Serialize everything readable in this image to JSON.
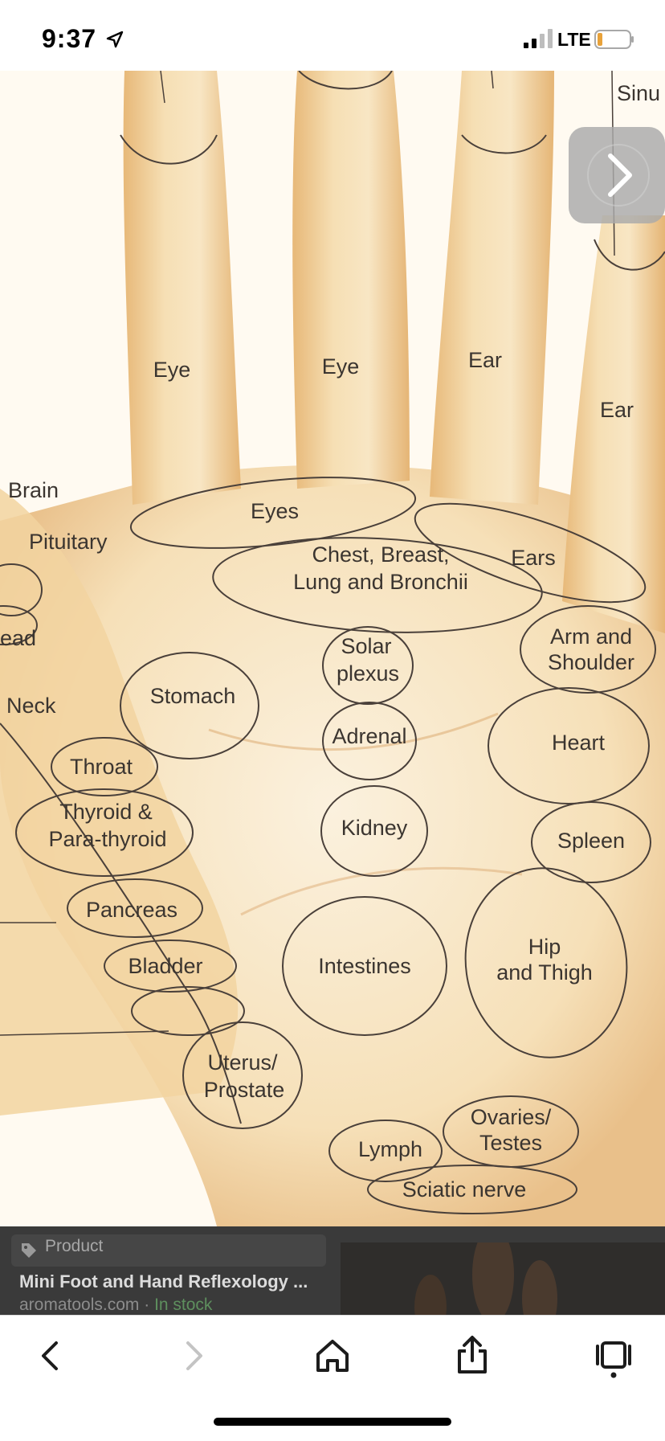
{
  "status_bar": {
    "time": "9:37",
    "network": "LTE",
    "icons": [
      "location-arrow-icon",
      "cell-signal-icon",
      "battery-icon"
    ]
  },
  "chart_labels": {
    "sinus": "Sinu",
    "eye_1": "Eye",
    "eye_2": "Eye",
    "ear_1": "Ear",
    "ear_2": "Ear",
    "brain": "Brain",
    "pituitary": "Pituitary",
    "eyes": "Eyes",
    "chest_line1": "Chest, Breast,",
    "chest_line2": "Lung and Bronchii",
    "ears": "Ears",
    "head": "ead",
    "solar_line1": "Solar",
    "solar_line2": "plexus",
    "arm_line1": "Arm and",
    "arm_line2": "Shoulder",
    "neck": "Neck",
    "stomach": "Stomach",
    "adrenal": "Adrenal",
    "heart": "Heart",
    "throat": "Throat",
    "thyroid_line1": "Thyroid &",
    "thyroid_line2": "Para-thyroid",
    "kidney": "Kidney",
    "spleen": "Spleen",
    "pancreas": "Pancreas",
    "bladder": "Bladder",
    "intestines": "Intestines",
    "hip_line1": "Hip",
    "hip_line2": "and Thigh",
    "uterus_line1": "Uterus/",
    "uterus_line2": "Prostate",
    "ovaries_line1": "Ovaries/",
    "ovaries_line2": "Testes",
    "lymph": "Lymph",
    "sciatic": "Sciatic nerve"
  },
  "product": {
    "tag": "Product",
    "title": "Mini Foot and Hand Reflexology ...",
    "source": "aromatools.com",
    "separator": " · ",
    "stock": "In stock"
  },
  "toolbar": {
    "buttons": [
      "back-icon",
      "forward-icon",
      "home-icon",
      "share-icon",
      "tabs-icon"
    ]
  },
  "colors": {
    "skin": "#f3d7a6",
    "skin_shadow": "#e6b978",
    "outline": "#4a403a",
    "banner": "#3a3a3a"
  }
}
